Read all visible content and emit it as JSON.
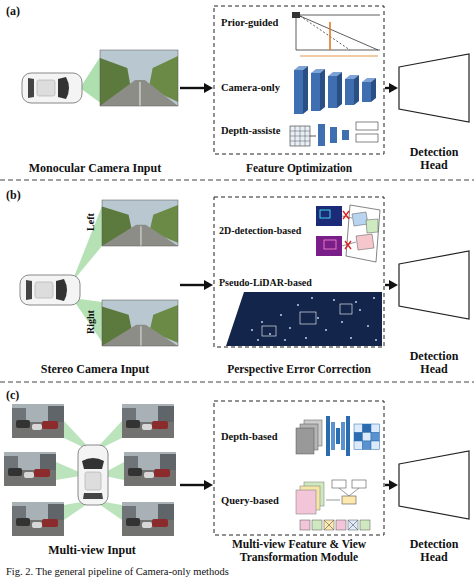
{
  "diagram": {
    "caption": "Fig. 2. The general pipeline of Camera-only methods",
    "nodes": [
      {
        "text": [
          "Monocular Camera Input"
        ]
      },
      {
        "text": [
          "Feature Optimization"
        ]
      },
      {
        "text": [
          "Detection Head"
        ]
      },
      {
        "text": [
          "Stereo Camera Input"
        ]
      },
      {
        "text": [
          "Perspective Error Correction"
        ]
      },
      {
        "text": [
          "Detection Head"
        ]
      },
      {
        "text": [
          "Multi-view Input"
        ]
      },
      {
        "text": [
          "Multi-view Feature & View Transformation Module"
        ]
      },
      {
        "text": [
          "Detection Head"
        ]
      }
    ],
    "edges": [
      {
        "from": 0,
        "to": 1,
        "arrow": "to"
      },
      {
        "from": 1,
        "to": 2,
        "arrow": "to"
      },
      {
        "from": 3,
        "to": 4,
        "arrow": "to"
      },
      {
        "from": 4,
        "to": 5,
        "arrow": "to"
      },
      {
        "from": 6,
        "to": 7,
        "arrow": "to"
      },
      {
        "from": 7,
        "to": 8,
        "arrow": "to"
      }
    ],
    "labels": [
      "(a)",
      "Prior-guided",
      "Camera-only",
      "Depth-assiste",
      "(b)",
      "Left",
      "Right",
      "2D-detection-based",
      "Pseudo-LiDAR-based",
      "(c)",
      "Depth-based",
      "Query-based"
    ]
  }
}
